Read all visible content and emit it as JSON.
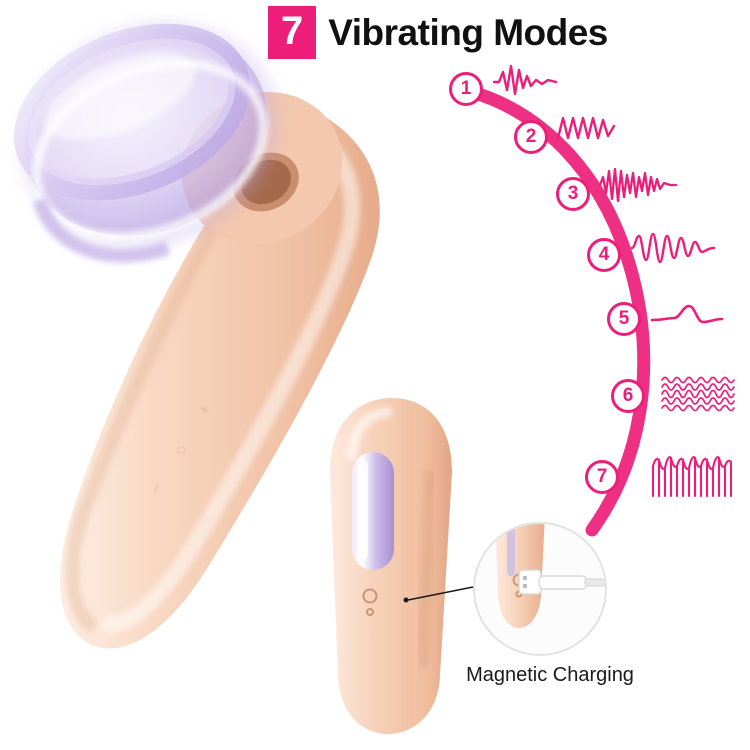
{
  "header": {
    "badge_number": "7",
    "title": "Vibrating Modes",
    "badge_color": "#ec1e79",
    "title_color": "#111111"
  },
  "modes": {
    "accent_color": "#ec1e79",
    "items": [
      {
        "number": "1",
        "wave_name": "wave-burst-spike"
      },
      {
        "number": "2",
        "wave_name": "wave-zigzag-short"
      },
      {
        "number": "3",
        "wave_name": "wave-dense-spikes"
      },
      {
        "number": "4",
        "wave_name": "wave-rounded-pulse"
      },
      {
        "number": "5",
        "wave_name": "wave-single-low-bump"
      },
      {
        "number": "6",
        "wave_name": "wave-fine-ripple"
      },
      {
        "number": "7",
        "wave_name": "wave-tall-wide-peaks"
      }
    ]
  },
  "callout": {
    "label": "Magnetic Charging",
    "icon_name": "usb-magnetic-charger-icon"
  },
  "product": {
    "body_color": "#f6d3bd",
    "suction_cup_color": "#cfc0ee",
    "control_glyphs": [
      "−",
      "○",
      "+"
    ],
    "bullet_color": "#cbbde8"
  }
}
